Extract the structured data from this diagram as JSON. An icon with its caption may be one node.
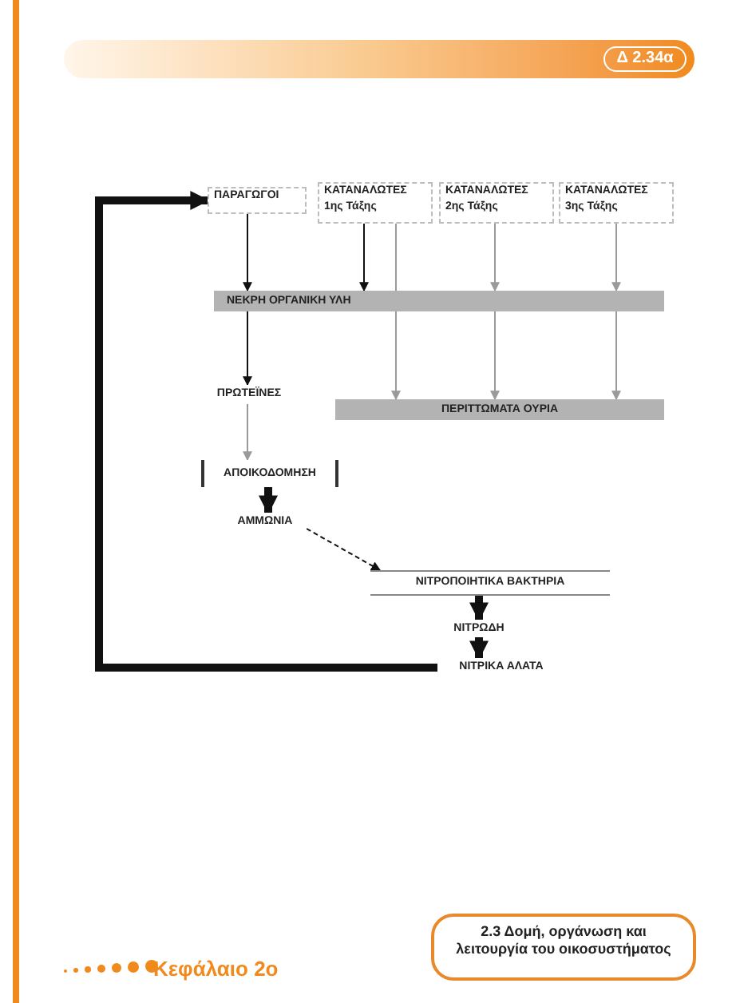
{
  "diagram": {
    "nodes": [
      {
        "text": [
          "ΠΑΡΑΓΩΓΟΙ"
        ]
      },
      {
        "text": [
          "ΚΑΤΑΝΑΛΩΤΕΣ 1ης Τάξης"
        ]
      },
      {
        "text": [
          "ΚΑΤΑΝΑΛΩΤΕΣ 2ης Τάξης"
        ]
      },
      {
        "text": [
          "ΚΑΤΑΝΑΛΩΤΕΣ 3ης Τάξης"
        ]
      },
      {
        "text": [
          "ΝΕΚΡΗ ΟΡΓΑΝΙΚΗ ΥΛΗ"
        ]
      },
      {
        "text": [
          "ΠΡΩΤΕΪΝΕΣ"
        ]
      },
      {
        "text": [
          "ΠΕΡΙΤΤΩΜΑΤΑ ΟΥΡΙΑ"
        ]
      },
      {
        "text": [
          "ΑΠΟΙΚΟΔΟΜΗΣΗ"
        ]
      },
      {
        "text": [
          "ΑΜΜΩΝΙΑ"
        ]
      },
      {
        "text": [
          "ΝΙΤΡΟΠΟΙΗΤΙΚΑ ΒΑΚΤΗΡΙΑ"
        ]
      },
      {
        "text": [
          "ΝΙΤΡΩΔΗ"
        ]
      },
      {
        "text": [
          "ΝΙΤΡΙΚΑ ΑΛΑΤΑ"
        ]
      },
      {
        "text": [
          "2.3 Δομή, οργάνωση και λειτουργία του οικοσυστήματος"
        ]
      }
    ],
    "edges": [
      {
        "from": 0,
        "to": 4,
        "arrow": "to"
      },
      {
        "from": 1,
        "to": 4,
        "arrow": "to"
      },
      {
        "from": 2,
        "to": 4,
        "arrow": "to",
        "color": "#9a9a9a"
      },
      {
        "from": 3,
        "to": 4,
        "arrow": "to",
        "color": "#9a9a9a"
      },
      {
        "from": 1,
        "to": 6,
        "arrow": "to",
        "color": "#9a9a9a"
      },
      {
        "from": 2,
        "to": 6,
        "arrow": "to",
        "color": "#9a9a9a"
      },
      {
        "from": 3,
        "to": 6,
        "arrow": "to",
        "color": "#9a9a9a"
      },
      {
        "from": 4,
        "to": 5,
        "arrow": "to"
      },
      {
        "from": 5,
        "to": 7,
        "arrow": "to",
        "color": "#9a9a9a"
      },
      {
        "from": 7,
        "to": 8,
        "arrow": "to",
        "style": "thick"
      },
      {
        "from": 8,
        "to": 9,
        "arrow": "to",
        "style": "dashed"
      },
      {
        "from": 9,
        "to": 10,
        "arrow": "to",
        "style": "thick"
      },
      {
        "from": 10,
        "to": 11,
        "arrow": "to",
        "style": "thick"
      },
      {
        "from": 11,
        "to": 0,
        "arrow": "to",
        "style": "thick"
      }
    ],
    "labels": [
      "Δ 2.34α",
      "Κεφάλαιο 2ο"
    ]
  }
}
